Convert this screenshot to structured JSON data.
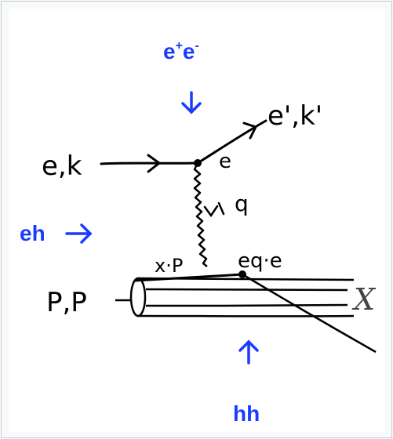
{
  "labels": {
    "ee": "e+e-",
    "ee_base": "e",
    "ee_sup_plus": "+",
    "ee_sup_minus": "-",
    "eh": "eh",
    "hh": "hh"
  },
  "diagram": {
    "incoming_electron": "e,k",
    "outgoing_electron": "e',k'",
    "vertex_upper": "e",
    "photon": "q",
    "momentum_fraction": "x·P",
    "vertex_lower": "eq·e",
    "proton": "P,P",
    "final_state": "X"
  },
  "colors": {
    "label_blue": "#1a3cff",
    "ink": "#000000",
    "panel_border": "#c8ccd1"
  },
  "icons": [
    "arrow-down-icon",
    "arrow-right-icon",
    "arrow-up-icon"
  ]
}
